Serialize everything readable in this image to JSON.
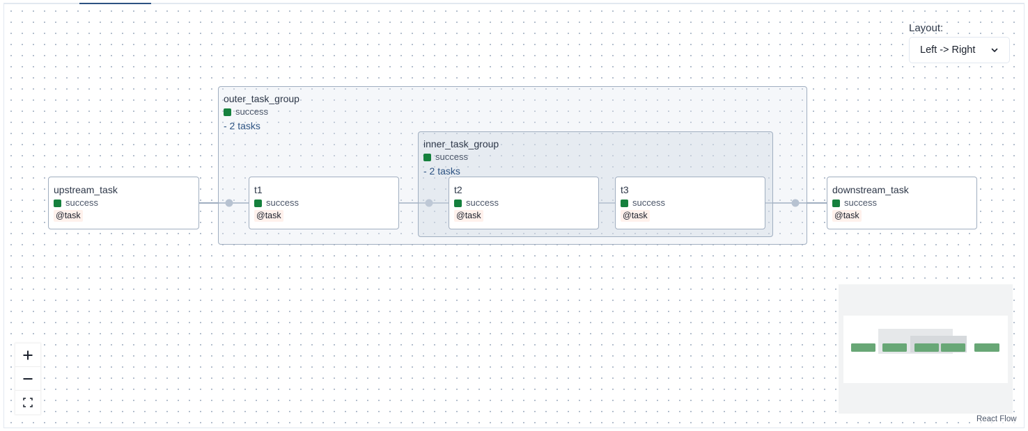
{
  "layout": {
    "label": "Layout:",
    "selected": "Left -> Right"
  },
  "groups": {
    "outer": {
      "title": "outer_task_group",
      "status": "success",
      "tasks_link": "- 2 tasks"
    },
    "inner": {
      "title": "inner_task_group",
      "status": "success",
      "tasks_link": "- 2 tasks"
    }
  },
  "nodes": {
    "upstream": {
      "title": "upstream_task",
      "status": "success",
      "operator": "@task"
    },
    "t1": {
      "title": "t1",
      "status": "success",
      "operator": "@task"
    },
    "t2": {
      "title": "t2",
      "status": "success",
      "operator": "@task"
    },
    "t3": {
      "title": "t3",
      "status": "success",
      "operator": "@task"
    },
    "downstream": {
      "title": "downstream_task",
      "status": "success",
      "operator": "@task"
    }
  },
  "controls": {
    "zoom_in": "zoom-in-icon",
    "zoom_out": "zoom-out-icon",
    "fit_view": "fit-view-icon"
  },
  "attribution": "React Flow",
  "colors": {
    "success": "#15803d",
    "minimap_node": "#68a776",
    "edge": "#a0aec0",
    "link": "#2c5282",
    "operator_bg": "#fff1ec"
  }
}
